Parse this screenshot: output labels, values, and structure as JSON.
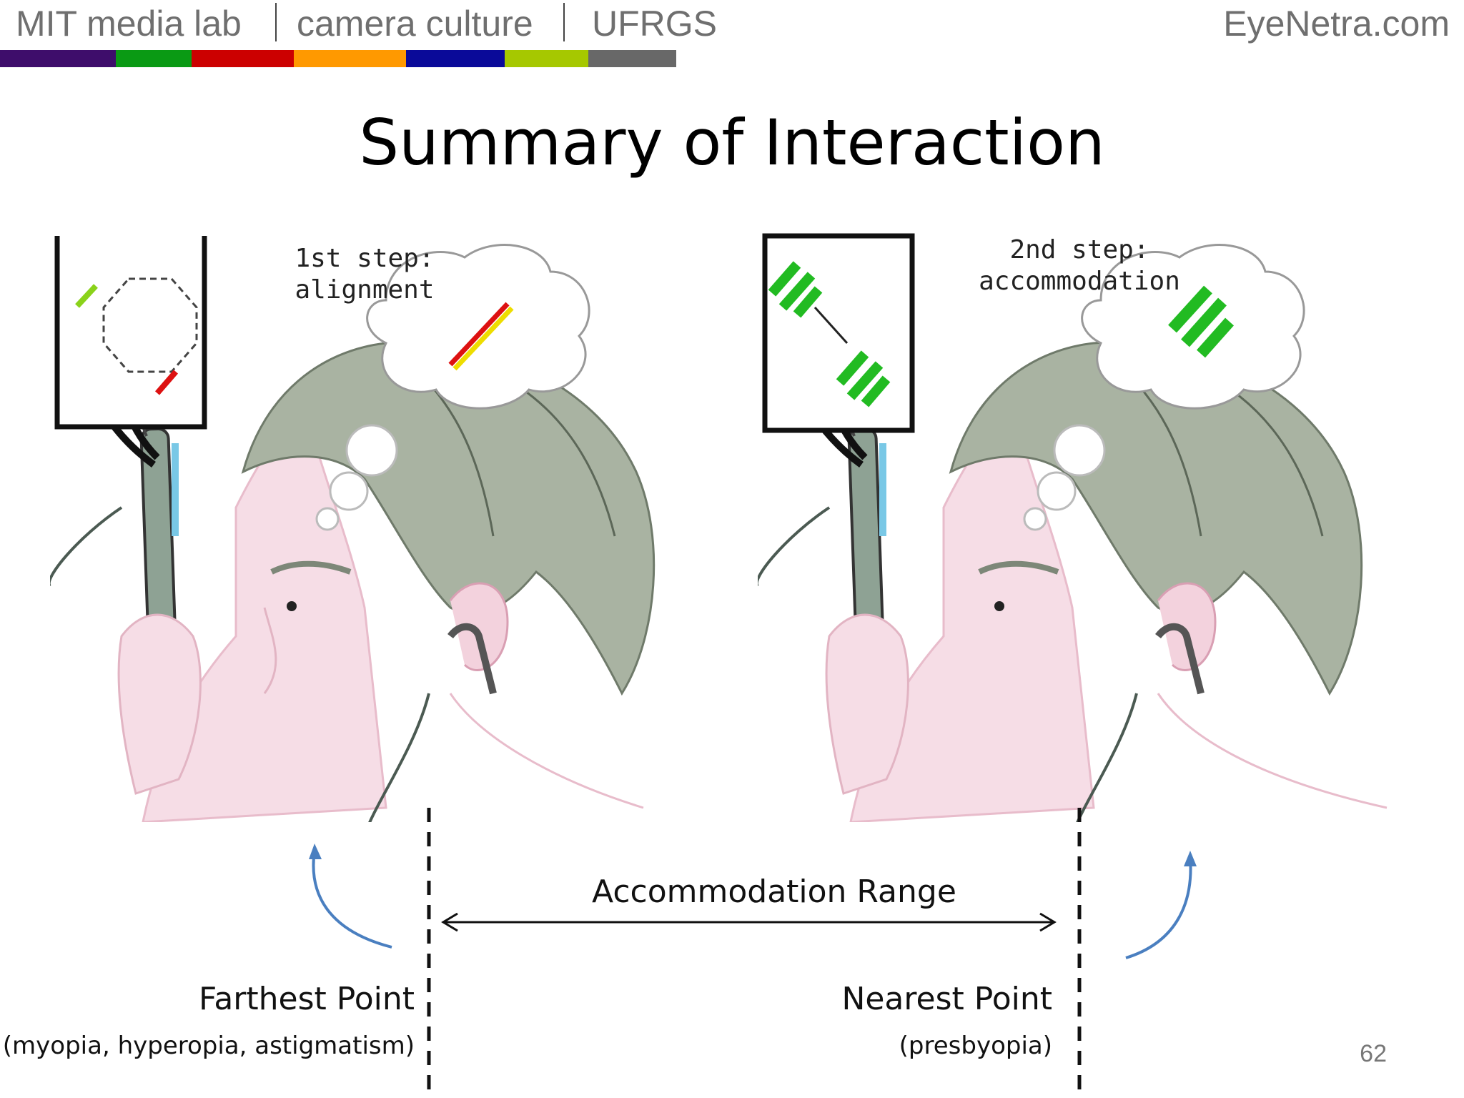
{
  "header": {
    "left_items": [
      "MIT media lab",
      "camera culture",
      "UFRGS"
    ],
    "right": "EyeNetra.com",
    "colorbar": [
      "#3e0d6b",
      "#0a9a14",
      "#cc0000",
      "#ff9900",
      "#0a0a99",
      "#a6c800",
      "#686868"
    ]
  },
  "title": "Summary of Interaction",
  "steps": {
    "first": {
      "line1": "1st step:",
      "line2": "alignment"
    },
    "second": {
      "line1": "2nd step:",
      "line2": "accommodation"
    }
  },
  "range": {
    "label": "Accommodation Range",
    "farthest_title": "Farthest Point",
    "farthest_sub": "(myopia, hyperopia, astigmatism)",
    "nearest_title": "Nearest Point",
    "nearest_sub": "(presbyopia)"
  },
  "page_number": "62",
  "colors": {
    "skin": "#f6dde6",
    "hair": "#a9b3a2",
    "hair_dark": "#8e9a88",
    "line_green": "#22bb22",
    "line_red": "#dd1111",
    "line_yellow": "#eedd00",
    "arrow_blue": "#4a7fc0"
  }
}
